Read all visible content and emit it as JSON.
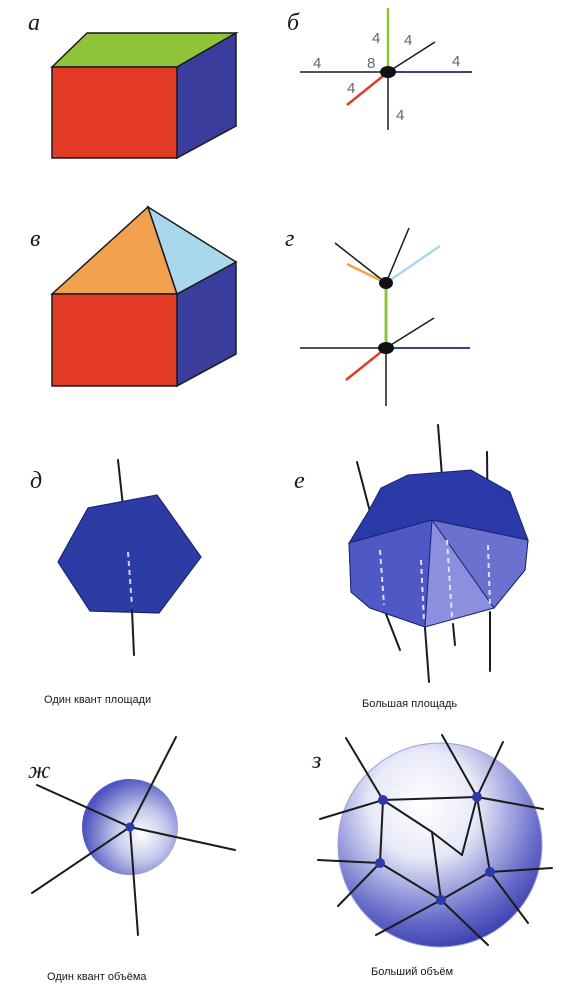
{
  "panels": {
    "a": {
      "label": "а"
    },
    "b": {
      "label": "б",
      "numbers": [
        "4",
        "4",
        "4",
        "8",
        "4",
        "4",
        "4"
      ]
    },
    "v": {
      "label": "в"
    },
    "g": {
      "label": "г"
    },
    "d": {
      "label": "д",
      "caption": "Один квант площади"
    },
    "e": {
      "label": "е",
      "caption": "Большая площадь"
    },
    "zh": {
      "label": "ж",
      "caption": "Один квант объёма"
    },
    "z": {
      "label": "з",
      "caption": "Больший объём"
    }
  },
  "colors": {
    "red": "#e23a24",
    "blue": "#3a3d9b",
    "green": "#8fc43a",
    "orange": "#f2a24e",
    "light_blue": "#a9d8ee",
    "dark_blue": "#2a3aa8",
    "edge": "#1b1b1b"
  }
}
